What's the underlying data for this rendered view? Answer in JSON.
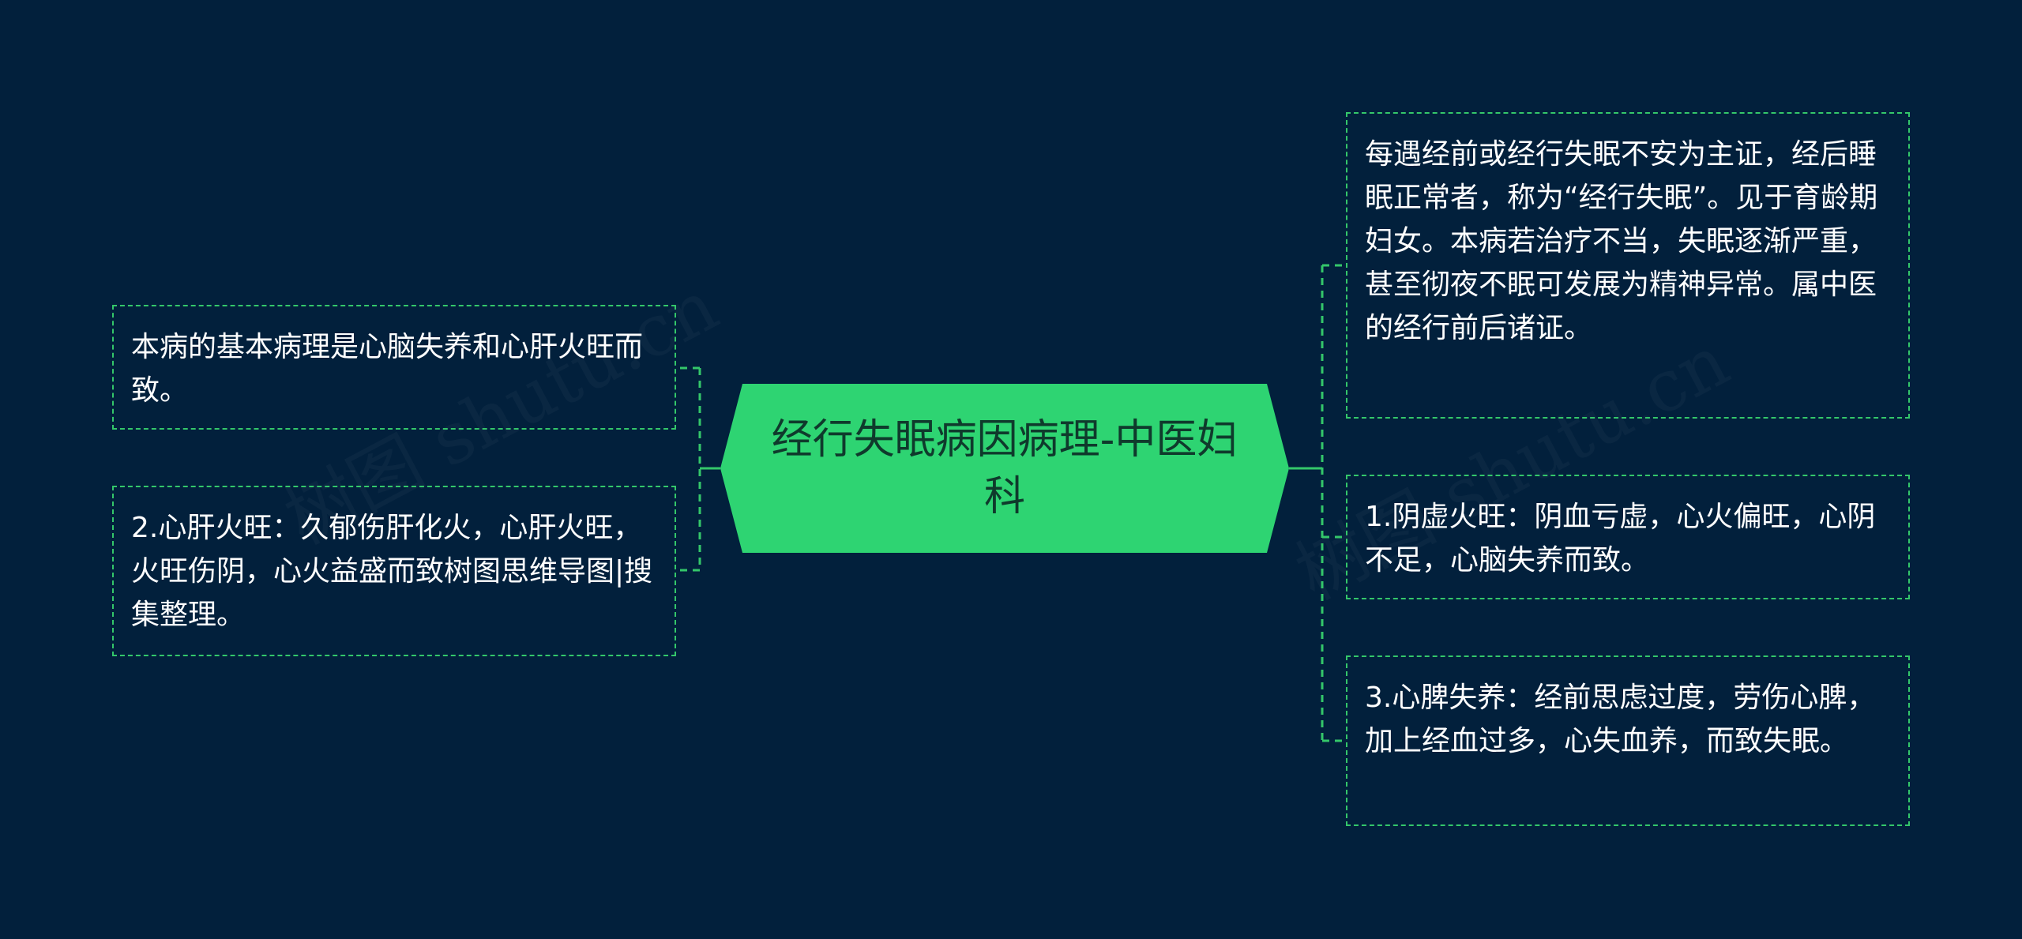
{
  "colors": {
    "background": "#02203c",
    "root_fill": "#2ed472",
    "root_text": "#0f3a2c",
    "connector": "#34c76a",
    "leaf_text": "#ffffff"
  },
  "watermark": {
    "left": "树图 shutu.cn",
    "right": "树图 shutu.cn"
  },
  "root": {
    "title": "经行失眠病因病理-中医妇科"
  },
  "left_branches": [
    {
      "text": "本病的基本病理是心脑失养和心肝火旺而致。"
    },
    {
      "text": "2.心肝火旺：久郁伤肝化火，心肝火旺，火旺伤阴，心火益盛而致树图思维导图|搜集整理。"
    }
  ],
  "right_branches": [
    {
      "text": "每遇经前或经行失眠不安为主证，经后睡眠正常者，称为“经行失眠”。见于育龄期妇女。本病若治疗不当，失眠逐渐严重，甚至彻夜不眠可发展为精神异常。属中医的经行前后诸证。"
    },
    {
      "text": "1.阴虚火旺：阴血亏虚，心火偏旺，心阴不足，心脑失养而致。"
    },
    {
      "text": "3.心脾失养：经前思虑过度，劳伤心脾，加上经血过多，心失血养，而致失眠。"
    }
  ]
}
